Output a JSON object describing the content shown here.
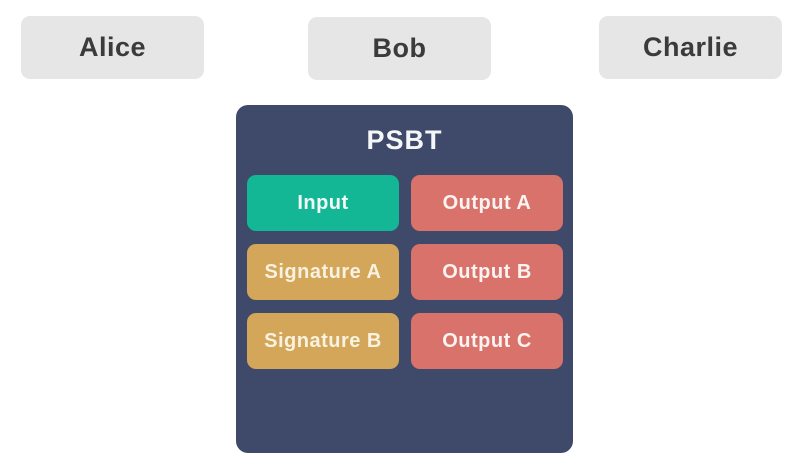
{
  "page": {
    "background": "#ffffff"
  },
  "participants": [
    {
      "label": "Alice"
    },
    {
      "label": "Bob"
    },
    {
      "label": "Charlie"
    }
  ],
  "psbt": {
    "title": "PSBT",
    "cells": [
      {
        "label": "Input",
        "type": "input"
      },
      {
        "label": "Output A",
        "type": "output"
      },
      {
        "label": "Signature A",
        "type": "signature"
      },
      {
        "label": "Output B",
        "type": "output"
      },
      {
        "label": "Signature B",
        "type": "signature"
      },
      {
        "label": "Output C",
        "type": "output"
      }
    ],
    "colors": {
      "container": "#3f4a6a",
      "input": "#14b795",
      "output": "#d8726a",
      "signature": "#d4a65a",
      "participant_bg": "#e6e6e6",
      "participant_text": "#3b3b3b",
      "page_bg": "#ffffff"
    }
  }
}
